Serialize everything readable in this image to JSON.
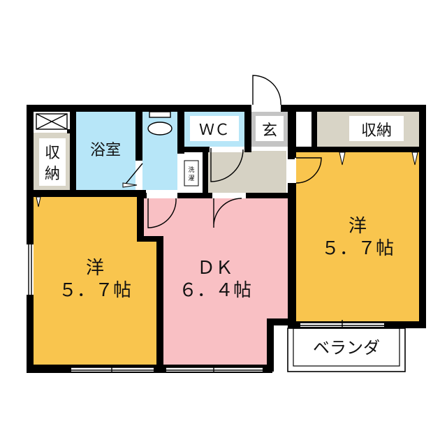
{
  "rooms": {
    "bath": {
      "label": "浴室"
    },
    "wc": {
      "label": "ＷＣ"
    },
    "entrance": {
      "label": "玄"
    },
    "storage_top": {
      "label": "収納"
    },
    "storage_left": {
      "label_line1": "収",
      "label_line2": "納"
    },
    "laundry": {
      "label_line1": "洗",
      "label_line2": "濯"
    },
    "western_left": {
      "label_line1": "洋",
      "label_line2": "５．７帖"
    },
    "dk": {
      "label_line1": "ＤＫ",
      "label_line2": "６．４帖"
    },
    "western_right": {
      "label_line1": "洋",
      "label_line2": "５．７帖"
    },
    "balcony": {
      "label": "ベランダ"
    }
  },
  "colors": {
    "western": "#f9c54e",
    "dk": "#f9c0c4",
    "bath": "#b7e6f8",
    "entrance": "#c4c4c4",
    "storage": "#d8d4c6",
    "floor_hall": "#d6d2c4",
    "wall": "#000000"
  }
}
